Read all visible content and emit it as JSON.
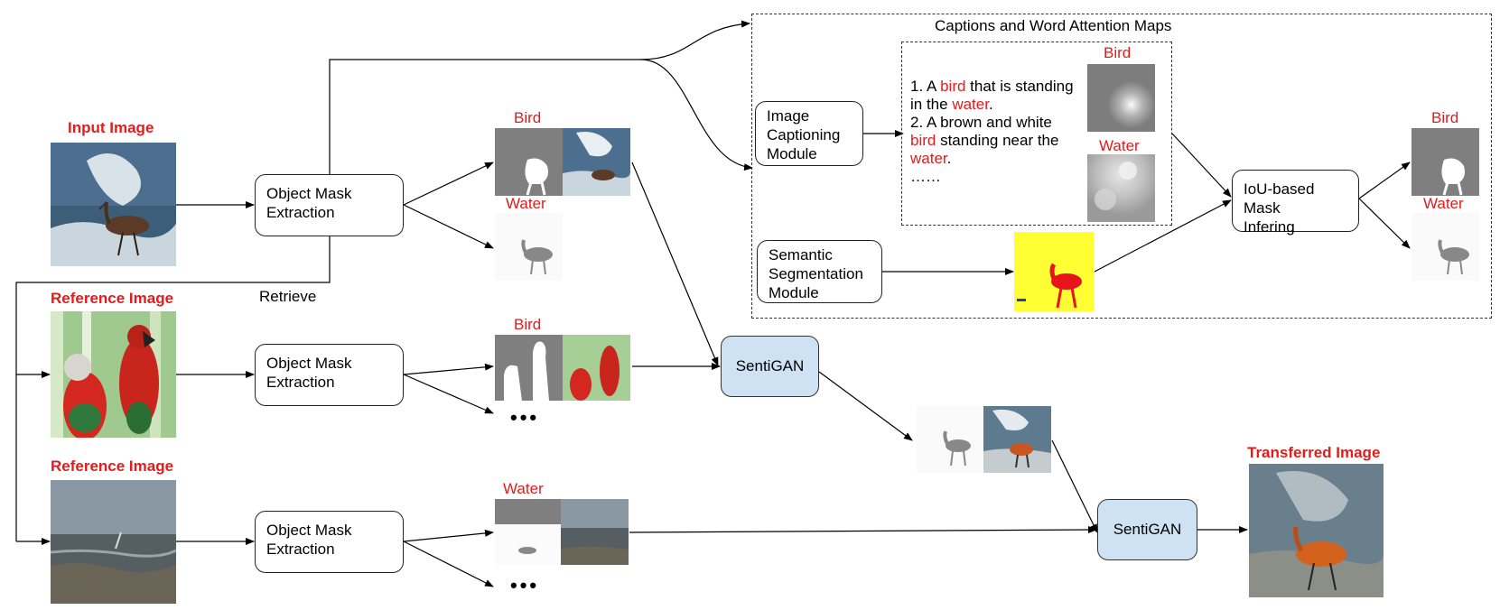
{
  "dashed_region_title": "Captions and Word Attention Maps",
  "titles": {
    "input_image": "Input Image",
    "reference_image_1": "Reference Image",
    "reference_image_2": "Reference Image",
    "transferred_image": "Transferred Image"
  },
  "boxes": {
    "object_mask_1": "Object Mask Extraction",
    "object_mask_2": "Object Mask Extraction",
    "object_mask_3": "Object Mask Extraction",
    "image_captioning": "Image Captioning Module",
    "semantic_segmentation": "Semantic Segmentation Module",
    "iou_mask": "IoU-based Mask Infering",
    "sentigan_1": "SentiGAN",
    "sentigan_2": "SentiGAN"
  },
  "labels": {
    "retrieve": "Retrieve",
    "bird_1": "Bird",
    "water_1": "Water",
    "bird_2": "Bird",
    "water_3": "Water",
    "attn_bird": "Bird",
    "attn_water": "Water",
    "out_bird": "Bird",
    "out_water": "Water",
    "dots_1": "•••",
    "dots_2": "•••"
  },
  "captions": {
    "line1_pre": "1. A ",
    "line1_word": "bird",
    "line1_post": " that is standing",
    "line2_pre": "in the ",
    "line2_word": "water",
    "line2_post": ".",
    "line3": "2. A brown and white",
    "line4_word": "bird",
    "line4_post": " standing near the",
    "line5_word": "water",
    "line5_post": ".",
    "line6": "……"
  },
  "colors": {
    "highlight": "#e31b1b",
    "sentigan_fill": "#cfe2f3",
    "segmentation_background": "#ffff33",
    "segmentation_object": "#e8141b"
  }
}
